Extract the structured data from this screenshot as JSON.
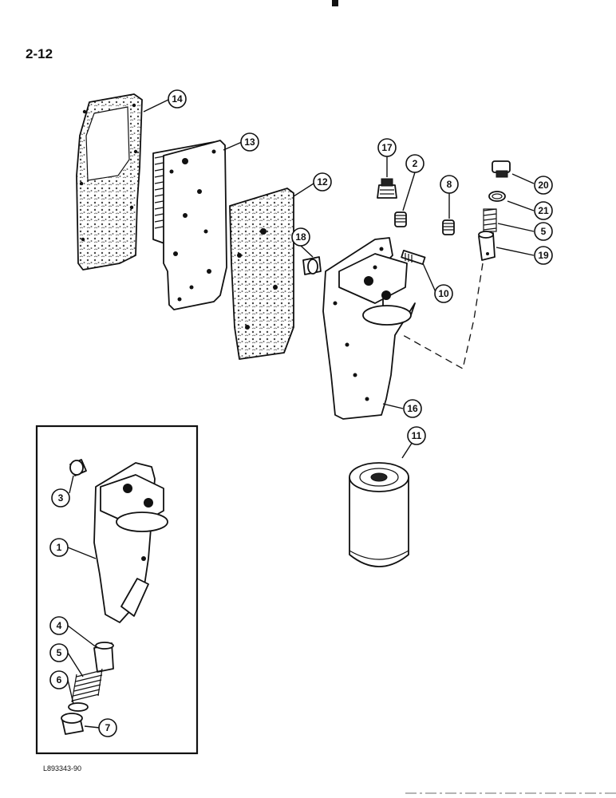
{
  "page_number": "2-12",
  "figure_id": "L893343-90",
  "callouts": [
    "14",
    "13",
    "12",
    "17",
    "2",
    "8",
    "20",
    "21",
    "5",
    "19",
    "18",
    "10",
    "16",
    "11",
    "3",
    "1",
    "4",
    "5",
    "6",
    "7"
  ]
}
